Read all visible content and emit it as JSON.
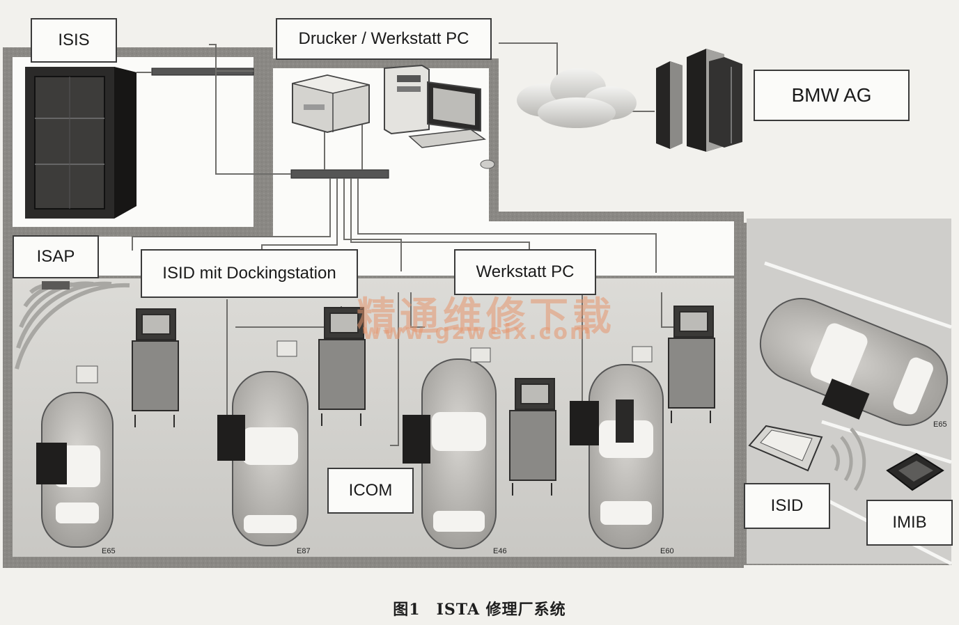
{
  "diagram": {
    "labels": {
      "isis": "ISIS",
      "drucker": "Drucker / Werkstatt PC",
      "bmw": "BMW AG",
      "isap": "ISAP",
      "isid_docking": "ISID mit Dockingstation",
      "werkstatt_pc": "Werkstatt PC",
      "icom": "ICOM",
      "isid": "ISID",
      "imib": "IMIB"
    },
    "car_codes": [
      "E65",
      "E87",
      "E46",
      "E60",
      "E65"
    ],
    "watermark": {
      "title": "精通维修下载",
      "url": "www.gzweix.com"
    },
    "caption": "图1　ISTA 修理厂系统"
  }
}
